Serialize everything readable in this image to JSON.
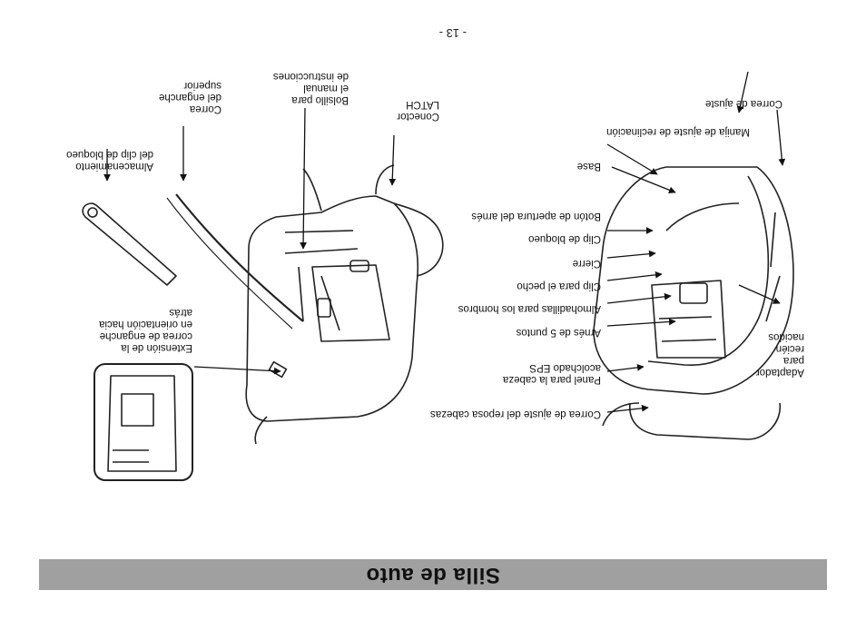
{
  "header": {
    "title": "Silla de auto"
  },
  "page": {
    "number": "- 13 -"
  },
  "labels": {
    "strap_adjust": "Correa de ajuste",
    "recline_handle": "Manija de ajuste de reclinación",
    "base": "Base",
    "harness_release": "Botón de apertura del arnés",
    "locking_clip": "Clip de bloqueo",
    "buckle": "Cierre",
    "chest_clip": "Clip para el pecho",
    "shoulder_pads": "Almohadillas para los hombros",
    "five_point": "Arnés de 5 puntos",
    "eps_panel_line1": "Panel para la cabeza",
    "eps_panel_line2": "acolchado EPS",
    "headrest_strap": "Correa de ajuste del reposa cabezas",
    "newborn_line1": "Adaptador",
    "newborn_line2": "para",
    "newborn_line3": "recién",
    "newborn_line4": "nacidos",
    "latch_line1": "Conector",
    "latch_line2": "LATCH",
    "pocket_line1": "Bolsillo para",
    "pocket_line2": "el manual",
    "pocket_line3": "de instrucciones",
    "top_tether_line1": "Correa",
    "top_tether_line2": "del enganche",
    "top_tether_line3": "superior",
    "clip_storage_line1": "Almacenamiento",
    "clip_storage_line2": "del clip de bloqueo",
    "extension_line1": "Extensión de la",
    "extension_line2": "correa de enganche",
    "extension_line3": "en orientación hacia",
    "extension_line4": "atrás"
  }
}
